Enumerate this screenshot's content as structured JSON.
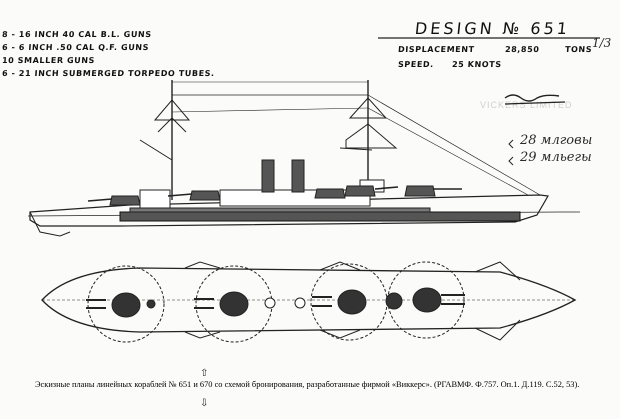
{
  "specs": [
    "8 - 16 INCH 40 CAL B.L. GUNS",
    "6 - 6 INCH .50 CAL Q.F. GUNS",
    "10   SMALLER GUNS",
    "6 - 21 INCH SUBMERGED TORPEDO TUBES."
  ],
  "design": {
    "title": "DESIGN  № 651",
    "displacement_label": "DISPLACEMENT",
    "displacement_value": "28,850",
    "displacement_unit": "TONS",
    "speed_label": "SPEED.",
    "speed_value": "25 KNOTS",
    "margin_note": "1/3"
  },
  "stamp_text": "VICKERS LIMITED",
  "handwritten": {
    "line1": "28 млговы",
    "line2": "29 мльегы"
  },
  "caption": "Эскизные планы линейных кораблей № 651 и 670 со схемой бронирования, разработанные фирмой «Виккерс». (РГАВМФ. Ф.757. Оп.1. Д.119. С.52, 53).",
  "arrows": {
    "up": "⇧",
    "down": "⇩"
  }
}
